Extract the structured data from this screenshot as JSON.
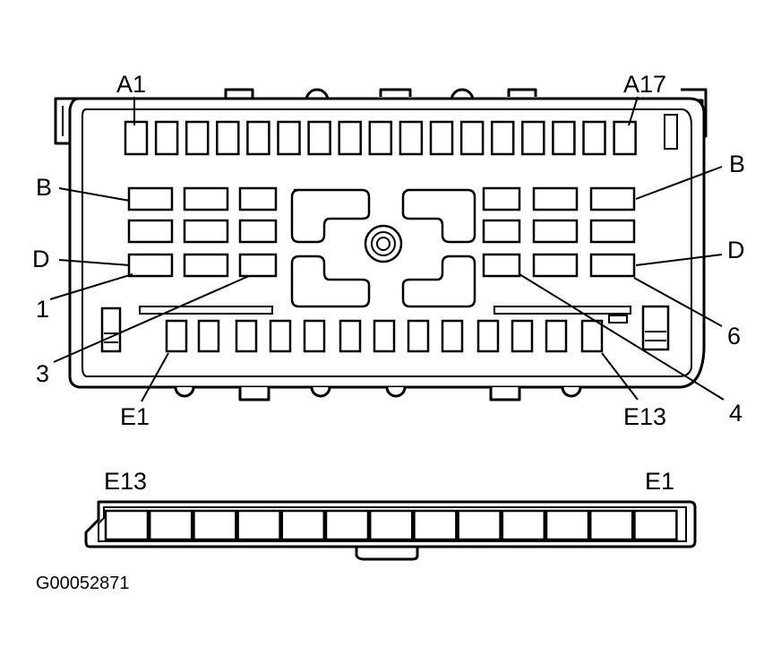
{
  "connector": {
    "row_a_first": "A1",
    "row_a_last": "A17",
    "row_b_left": "B",
    "row_b_right": "B",
    "row_d_left": "D",
    "row_d_right": "D",
    "pin_1": "1",
    "pin_3": "3",
    "pin_4": "4",
    "pin_6": "6",
    "row_e_first": "E1",
    "row_e_last": "E13"
  },
  "plug": {
    "left_label": "E13",
    "right_label": "E1"
  },
  "figure_id": "G00052871"
}
